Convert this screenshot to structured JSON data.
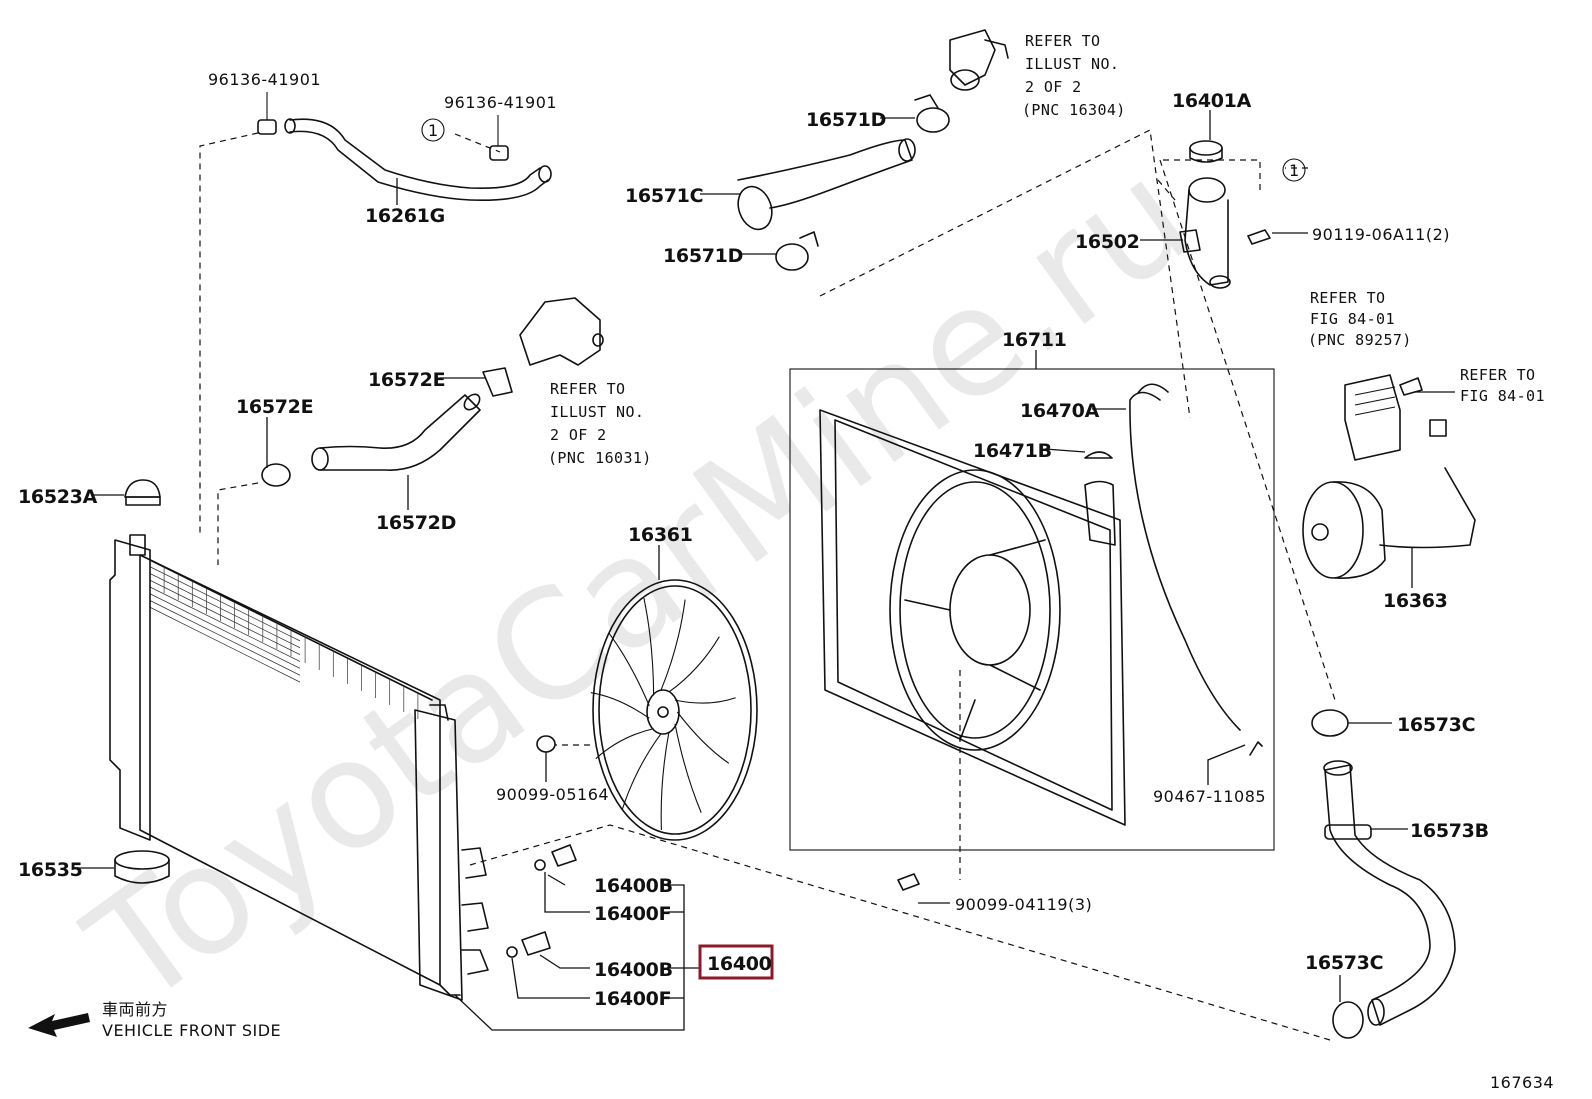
{
  "watermark": "ToyotaCarMine.ru",
  "figure_number": "167634",
  "front_side": {
    "japanese": "車両前方",
    "english": "VEHICLE FRONT SIDE"
  },
  "callout_circle": "1",
  "highlighted_part": "16400",
  "parts": {
    "p96136a": "96136-41901",
    "p96136b": "96136-41901",
    "p16261G": "16261G",
    "p16571D_top": "16571D",
    "p16571C": "16571C",
    "p16571D_bot": "16571D",
    "p16401A": "16401A",
    "p16502": "16502",
    "p90119": "90119-06A11(2)",
    "p16572E_left": "16572E",
    "p16572E_right": "16572E",
    "p16572D": "16572D",
    "p16523A": "16523A",
    "p16711": "16711",
    "p16470A": "16470A",
    "p16471B": "16471B",
    "p16361": "16361",
    "p90099_05164": "90099-05164",
    "p16363": "16363",
    "p16573C_top": "16573C",
    "p16573B": "16573B",
    "p16573C_bot": "16573C",
    "p90467": "90467-11085",
    "p90099_04119": "90099-04119(3)",
    "p16535": "16535",
    "p16400B_1": "16400B",
    "p16400F_1": "16400F",
    "p16400B_2": "16400B",
    "p16400F_2": "16400F"
  },
  "refer_notes": {
    "illust_16304": [
      "REFER TO",
      "ILLUST NO.",
      "2 OF 2",
      "(PNC 16304)"
    ],
    "illust_16031": [
      "REFER TO",
      "ILLUST NO.",
      "2 OF 2",
      "(PNC 16031)"
    ],
    "fig_89257": [
      "REFER TO",
      "FIG 84-01",
      "(PNC 89257)"
    ],
    "fig_8401": [
      "REFER TO",
      "FIG 84-01"
    ]
  }
}
